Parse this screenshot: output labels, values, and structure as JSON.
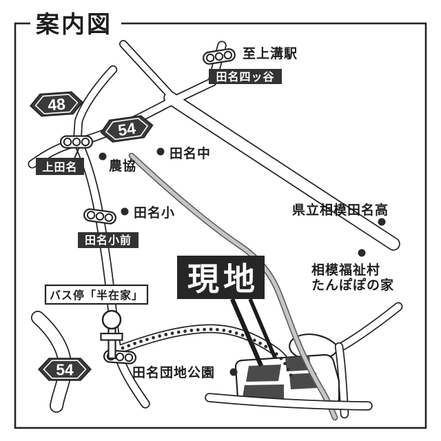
{
  "title": "案内図",
  "colors": {
    "ink": "#232323",
    "label_bg": "#333333",
    "site_label_bg": "#262626",
    "building_fill": "#4a4a4a",
    "gray_road": "#c6c6c6",
    "paper": "#ffffff"
  },
  "shields": {
    "route_48": "48",
    "route_54_upper": "54",
    "route_54_lower": "54"
  },
  "labels": {
    "to_kamimizo_station": "至上溝駅",
    "tana_yotsuya": "田名四ッ谷",
    "kami_tana": "上田名",
    "nokyo": "農協",
    "tana_junior_high": "田名中",
    "tana_elementary": "田名小",
    "tana_sho_mae": "田名小前",
    "bus_stop_hanzaike": "バス停「半在家」",
    "site": "現地",
    "sagami_tana_high": "県立相模田名高",
    "sagami_fukushimura": "相模福祉村",
    "tanpopo_house": "たんぽぽの家",
    "tana_danchi_park": "田名団地公園"
  }
}
